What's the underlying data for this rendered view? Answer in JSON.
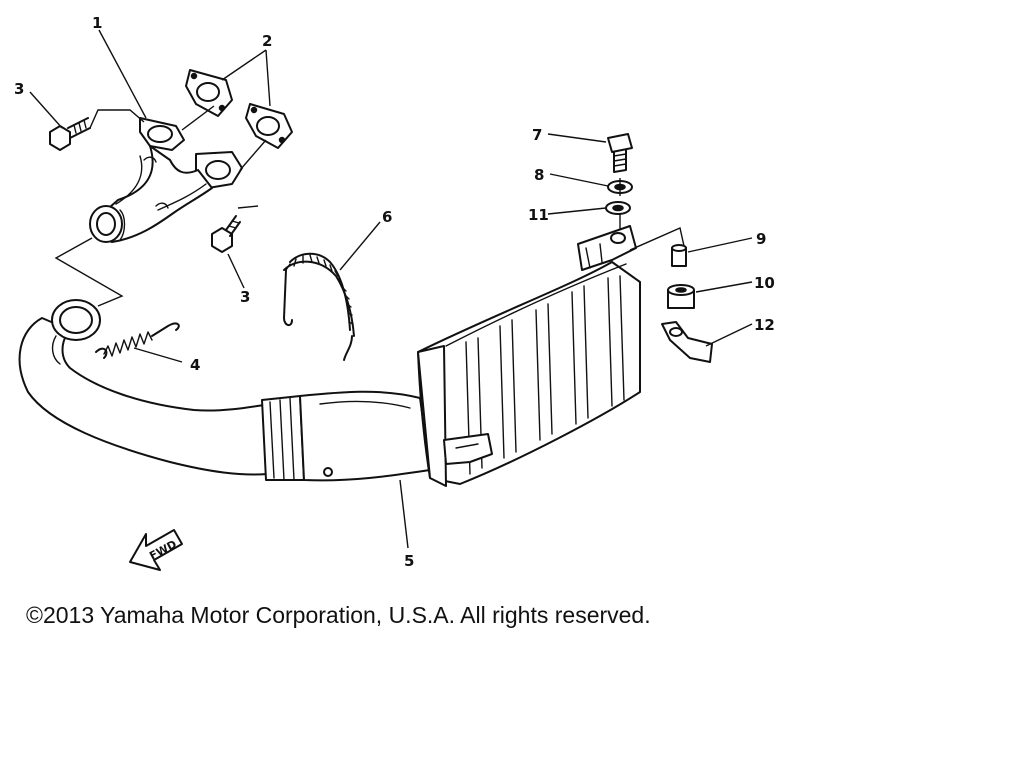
{
  "diagram": {
    "parts": [
      {
        "ref": "1",
        "name": "exhaust-pipe-1"
      },
      {
        "ref": "2",
        "name": "gasket"
      },
      {
        "ref": "3",
        "name": "bolt"
      },
      {
        "ref": "4",
        "name": "spring"
      },
      {
        "ref": "5",
        "name": "muffler"
      },
      {
        "ref": "6",
        "name": "spring-with-cover"
      },
      {
        "ref": "7",
        "name": "bolt-top"
      },
      {
        "ref": "8",
        "name": "washer"
      },
      {
        "ref": "9",
        "name": "collar"
      },
      {
        "ref": "10",
        "name": "damper"
      },
      {
        "ref": "11",
        "name": "washer-plain"
      },
      {
        "ref": "12",
        "name": "bracket"
      }
    ],
    "callouts": {
      "c1": "1",
      "c2": "2",
      "c3a": "3",
      "c3b": "3",
      "c4": "4",
      "c5": "5",
      "c6": "6",
      "c7": "7",
      "c8": "8",
      "c9": "9",
      "c10": "10",
      "c11": "11",
      "c12": "12"
    },
    "fwd_label": "FWD"
  },
  "footer": {
    "copyright": "©2013 Yamaha Motor Corporation, U.S.A. All rights reserved."
  }
}
